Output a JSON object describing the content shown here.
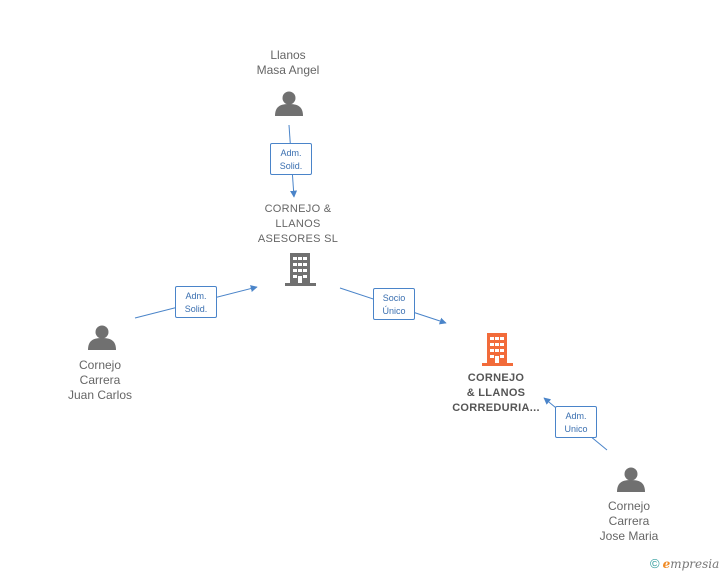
{
  "nodes": {
    "llanos_masa_angel": {
      "line1": "Llanos",
      "line2": "Masa Angel"
    },
    "asesores": {
      "line1": "CORNEJO &",
      "line2": "LLANOS",
      "line3": "ASESORES  SL"
    },
    "juan_carlos": {
      "line1": "Cornejo",
      "line2": "Carrera",
      "line3": "Juan Carlos"
    },
    "correduria": {
      "line1": "CORNEJO",
      "line2": "& LLANOS",
      "line3": "CORREDURIA..."
    },
    "jose_maria": {
      "line1": "Cornejo",
      "line2": "Carrera",
      "line3": "Jose Maria"
    }
  },
  "edges": {
    "angel_to_asesores": {
      "line1": "Adm.",
      "line2": "Solid."
    },
    "juan_to_asesores": {
      "line1": "Adm.",
      "line2": "Solid."
    },
    "asesores_to_correduria": {
      "line1": "Socio",
      "line2": "Único"
    },
    "jose_to_correduria": {
      "line1": "Adm.",
      "line2": "Unico"
    }
  },
  "brand": {
    "copyright": "©",
    "e": "e",
    "rest": "mpresia"
  },
  "colors": {
    "person": "#707070",
    "building_gray": "#707070",
    "building_main": "#f26b3a",
    "edge": "#4a84c9"
  }
}
